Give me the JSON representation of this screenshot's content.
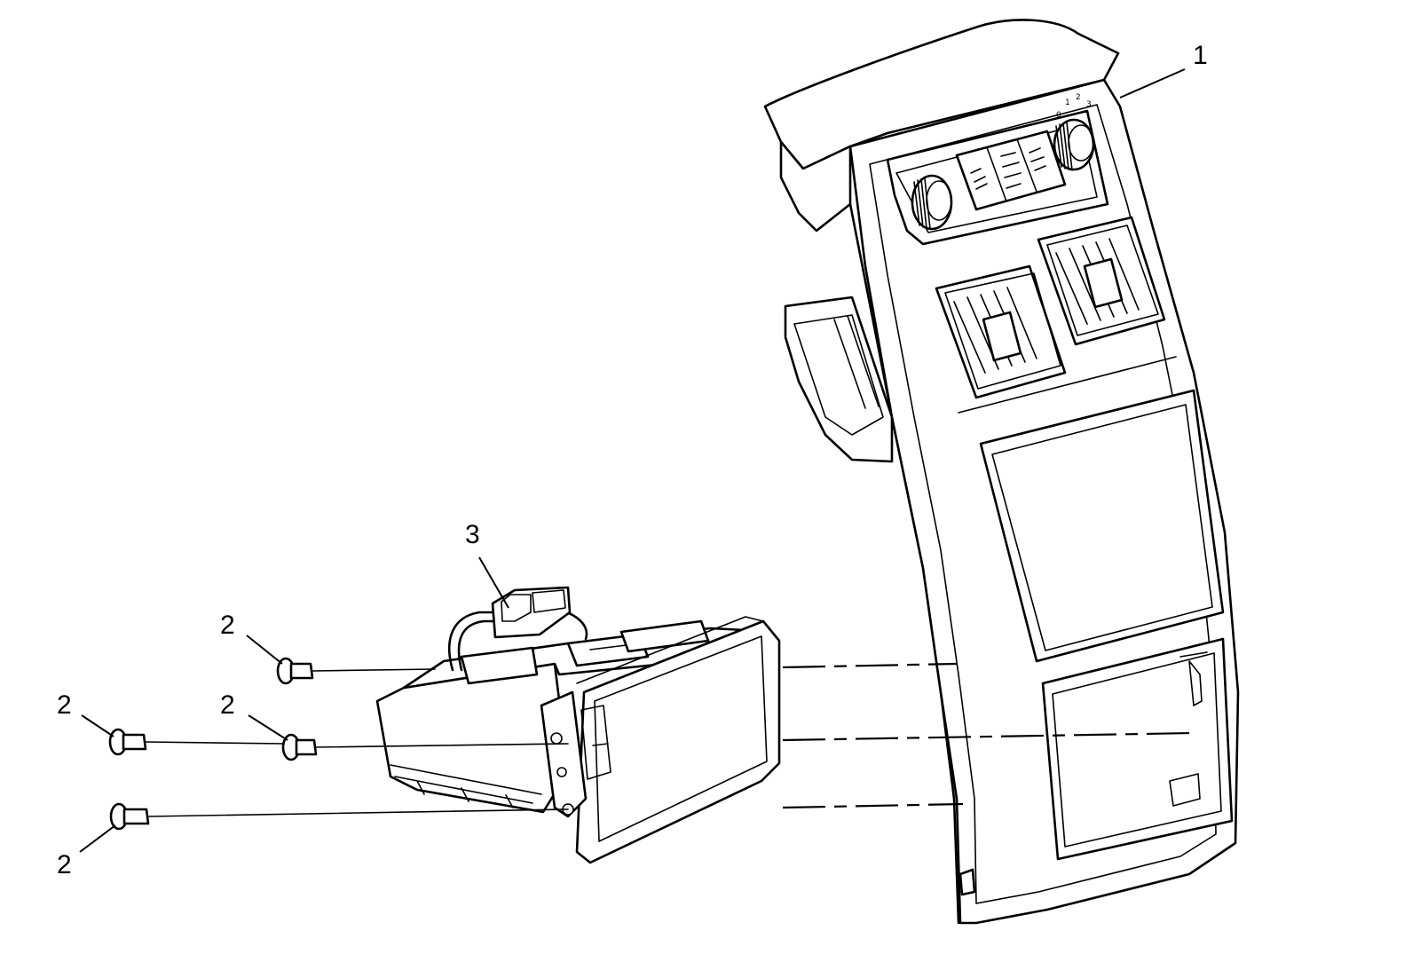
{
  "callouts": {
    "c1": "1",
    "c3": "3",
    "c2a": "2",
    "c2b": "2",
    "c2c": "2",
    "c2d": "2"
  },
  "colors": {
    "line": "#000000",
    "background": "#ffffff"
  }
}
